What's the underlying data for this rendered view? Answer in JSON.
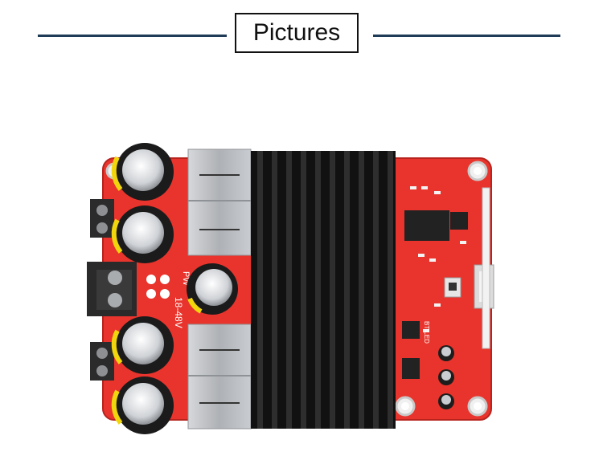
{
  "header": {
    "title": "Pictures"
  },
  "board": {
    "voltage_label": "18-48V",
    "power_label": "PW",
    "led_label": "BT LED",
    "colors": {
      "pcb": "#e8342c",
      "heatsink": "#1c1c1c",
      "aluminum": "#b9bcc0"
    }
  }
}
